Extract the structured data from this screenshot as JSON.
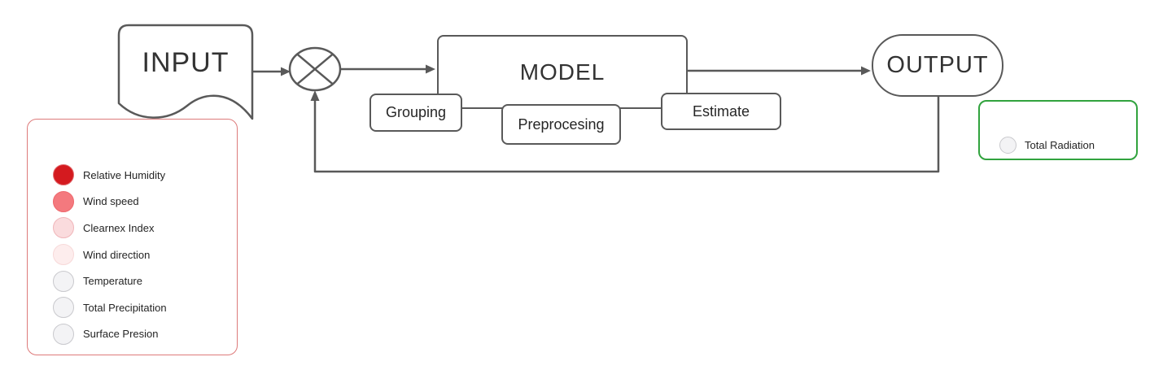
{
  "diagram": {
    "input": {
      "label": "INPUT"
    },
    "model": {
      "label": "MODEL"
    },
    "steps": [
      {
        "label": "Grouping"
      },
      {
        "label": "Preprocesing"
      },
      {
        "label": "Estimate"
      }
    ],
    "output": {
      "label": "OUTPUT"
    }
  },
  "input_legend": {
    "border_color": "#dd7a7a",
    "items": [
      {
        "label": "Relative Humidity",
        "fill": "#d41a1f",
        "border": "#e16a6e"
      },
      {
        "label": "Wind speed",
        "fill": "#f4797e",
        "border": "#ee686d"
      },
      {
        "label": "Clearnex Index",
        "fill": "#fadbdd",
        "border": "#f0b6ba"
      },
      {
        "label": "Wind direction",
        "fill": "#fdeded",
        "border": "#f7d9d9"
      },
      {
        "label": "Temperature",
        "fill": "#f3f3f5",
        "border": "#c9c9cd"
      },
      {
        "label": "Total Precipitation",
        "fill": "#f3f3f5",
        "border": "#c9c9cd"
      },
      {
        "label": "Surface Presion",
        "fill": "#f3f3f5",
        "border": "#c9c9cd"
      }
    ]
  },
  "output_legend": {
    "border_color": "#31a33e",
    "items": [
      {
        "label": "Total Radiation",
        "fill": "#f3f3f5",
        "border": "#c9c9cd"
      }
    ]
  },
  "colors": {
    "line": "#595959",
    "text": "#333333"
  }
}
